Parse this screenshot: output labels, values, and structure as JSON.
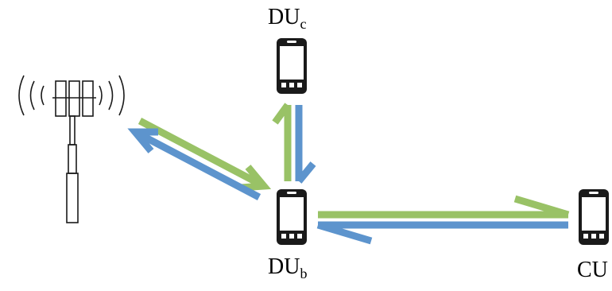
{
  "labels": {
    "du_c": {
      "main": "DU",
      "sub": "c"
    },
    "du_b": {
      "main": "DU",
      "sub": "b"
    },
    "cu": "CU"
  },
  "colors": {
    "green": "#99c266",
    "blue": "#5d94cd",
    "device": "#1a1a1a",
    "tower": "#1a1a1a"
  },
  "icons": [
    "cell-tower-icon",
    "smartphone-icon"
  ]
}
